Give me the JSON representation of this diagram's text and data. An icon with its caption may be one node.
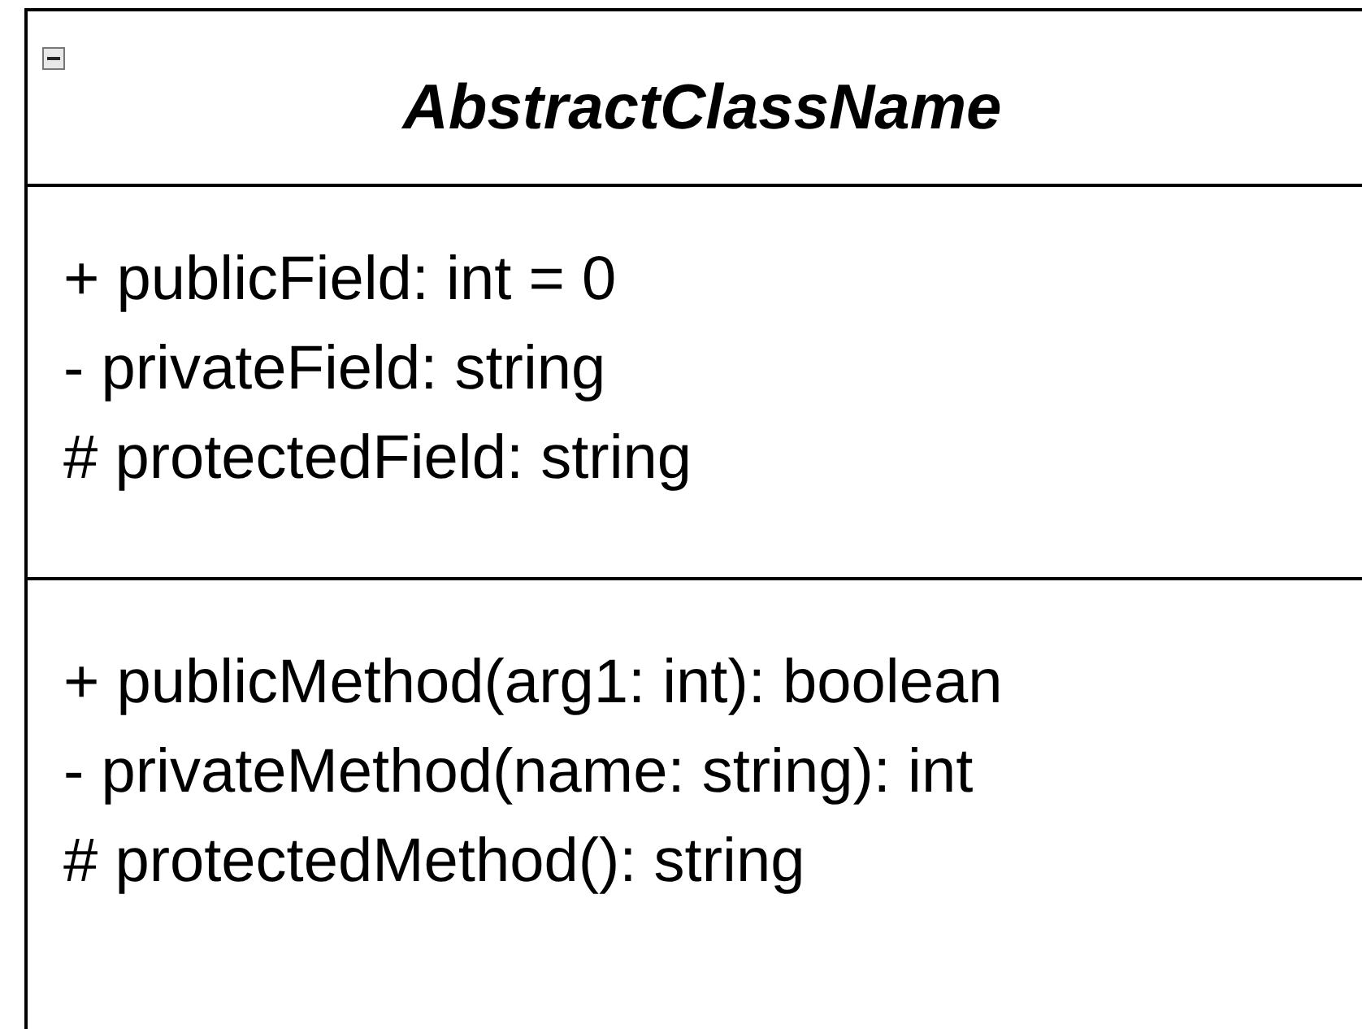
{
  "diagram": {
    "nodes": [
      {
        "text": [
          "AbstractClassName"
        ]
      },
      {
        "text": [
          "+ publicField: int = 0",
          "- privateField: string",
          "# protectedField: string"
        ],
        "in": 0
      },
      {
        "text": [
          "+ publicMethod(arg1: int): boolean",
          "- privateMethod(name: string): int",
          "# protectedMethod(): string"
        ],
        "in": 0
      }
    ],
    "edges": []
  }
}
